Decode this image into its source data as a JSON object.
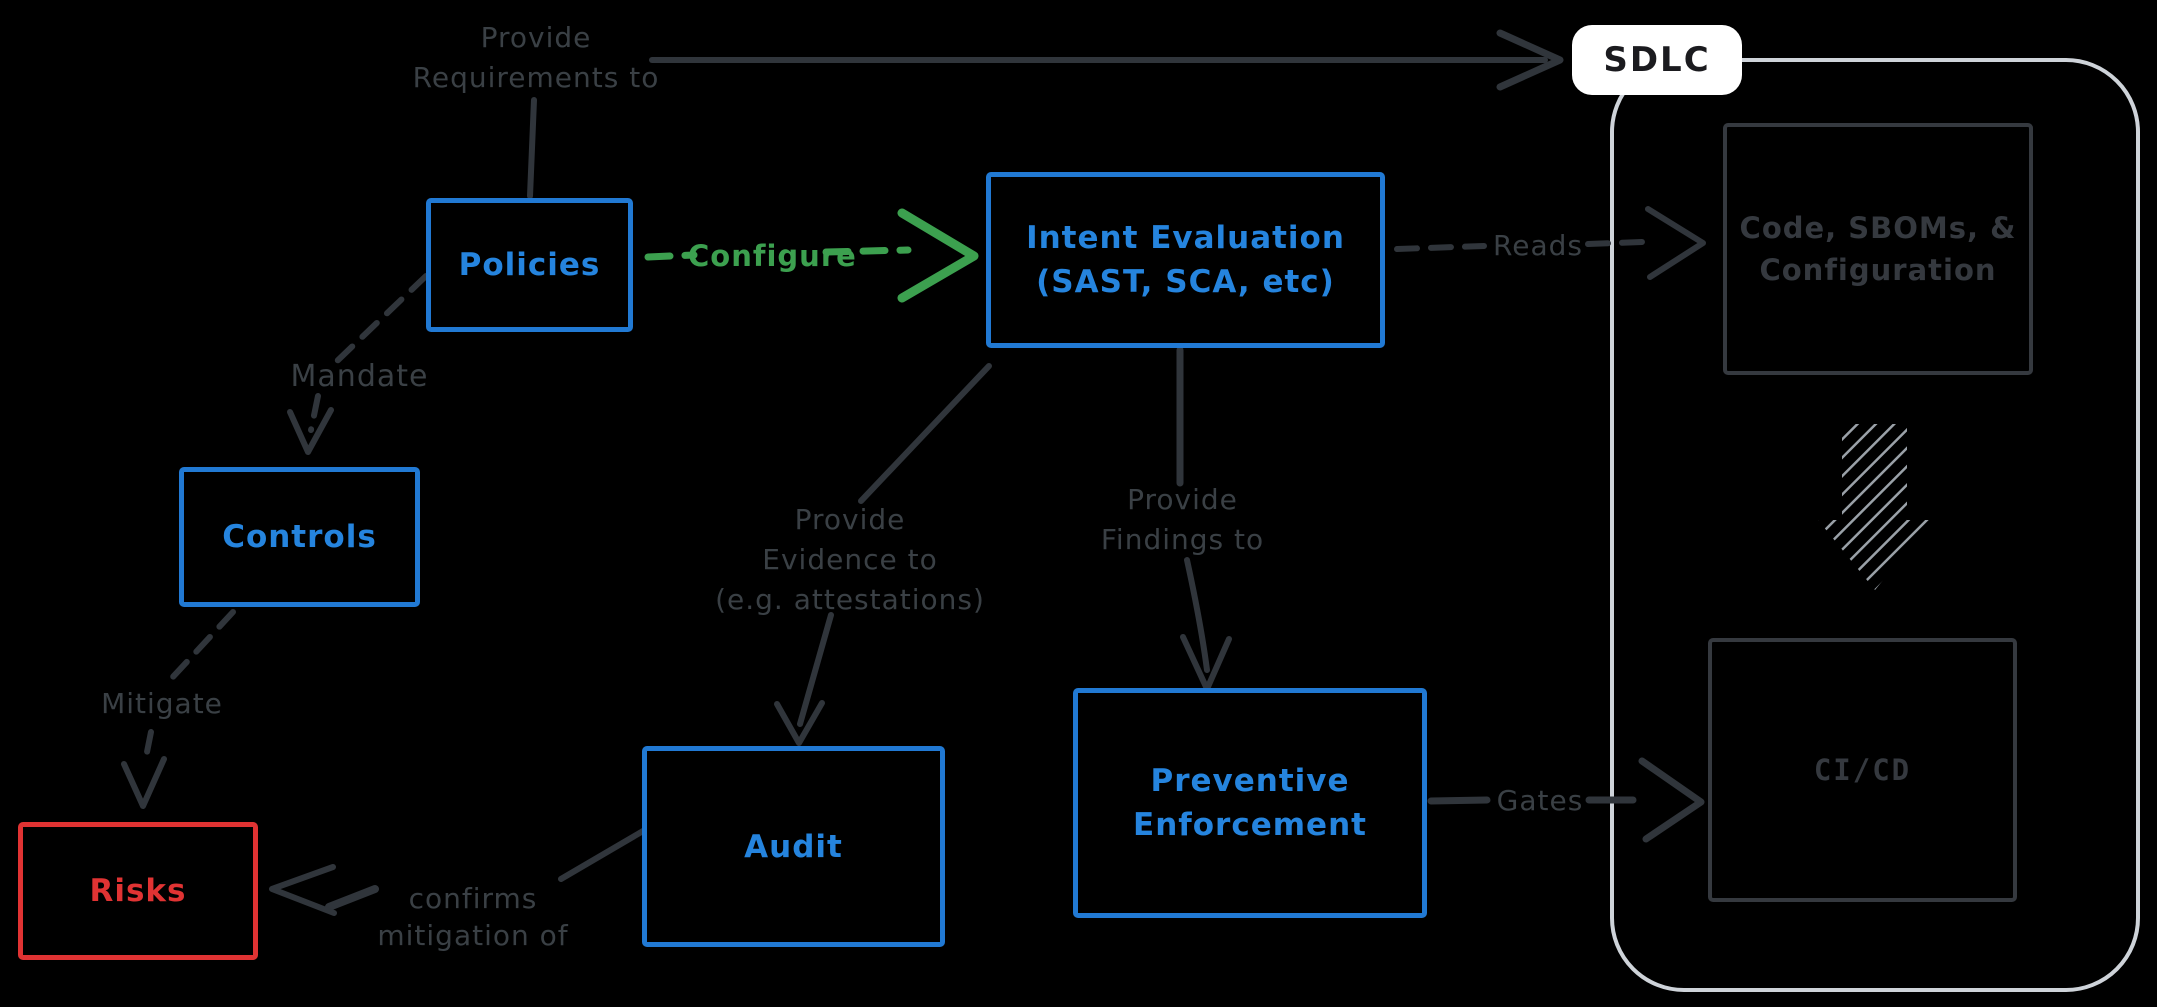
{
  "diagram": {
    "background": "#000000",
    "colors": {
      "node_blue": "#2179d3",
      "node_red": "#e03333",
      "node_gray": "#35393f",
      "arrow_gray": "#30353b",
      "label_gray": "#3a4045",
      "green": "#3ca04f",
      "container_border": "#ced3d9",
      "hatch": "#9aa1a8",
      "sdlc_pill_bg": "#ffffff"
    },
    "nodes": {
      "policies": {
        "label": "Policies"
      },
      "intent": {
        "line1": "Intent Evaluation",
        "line2": "(SAST, SCA, etc)"
      },
      "controls": {
        "label": "Controls"
      },
      "risks": {
        "label": "Risks"
      },
      "audit": {
        "label": "Audit"
      },
      "preventive": {
        "line1": "Preventive",
        "line2": "Enforcement"
      },
      "sdlc": {
        "label": "SDLC"
      },
      "code_sboms": {
        "line1": "Code, SBOMs, &",
        "line2": "Configuration"
      },
      "cicd": {
        "label": "CI/CD"
      }
    },
    "edges": {
      "provide_requirements": {
        "line1": "Provide",
        "line2": "Requirements to"
      },
      "configure": {
        "label": "Configure"
      },
      "mandate": {
        "label": "Mandate"
      },
      "mitigate": {
        "label": "Mitigate"
      },
      "provide_evidence": {
        "line1": "Provide",
        "line2": "Evidence to",
        "line3": "(e.g. attestations)"
      },
      "provide_findings": {
        "line1": "Provide",
        "line2": "Findings to"
      },
      "reads": {
        "label": "Reads"
      },
      "gates": {
        "label": "Gates"
      },
      "confirms": {
        "line1": "confirms",
        "line2": "mitigation of"
      }
    }
  }
}
